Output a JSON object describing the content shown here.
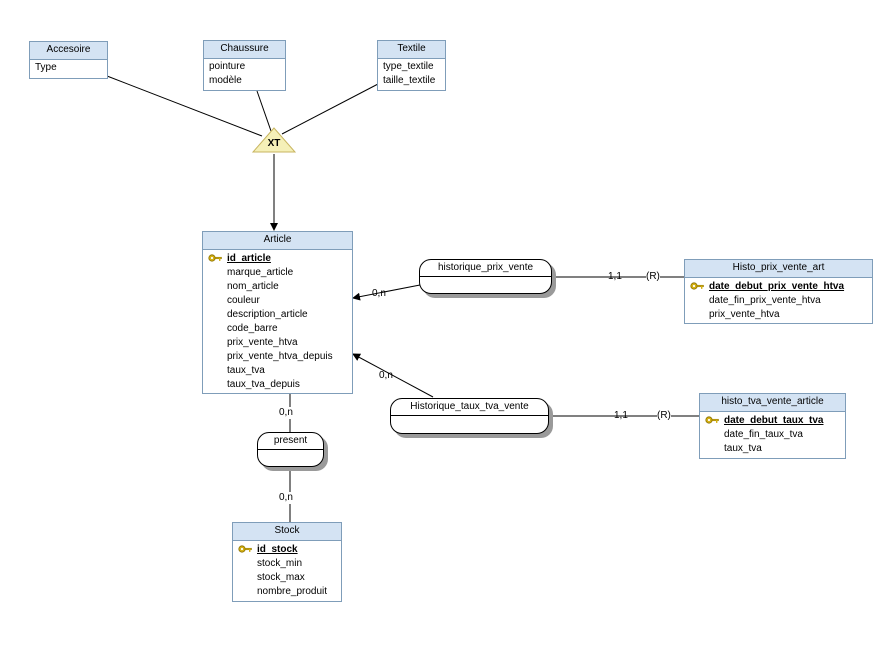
{
  "entities": {
    "accesoire": {
      "name": "Accesoire",
      "attributes": [
        "Type"
      ]
    },
    "chaussure": {
      "name": "Chaussure",
      "attributes": [
        "pointure",
        "modèle"
      ]
    },
    "textile": {
      "name": "Textile",
      "attributes": [
        "type_textile",
        "taille_textile"
      ]
    },
    "article": {
      "name": "Article",
      "key": "id_article",
      "attributes": [
        "marque_article",
        "nom_article",
        "couleur",
        "description_article",
        "code_barre",
        "prix_vente_htva",
        "prix_vente_htva_depuis",
        "taux_tva",
        "taux_tva_depuis"
      ]
    },
    "histo_prix": {
      "name": "Histo_prix_vente_art",
      "key": "date_debut_prix_vente_htva",
      "attributes": [
        "date_fin_prix_vente_htva",
        "prix_vente_htva"
      ]
    },
    "histo_tva": {
      "name": "histo_tva_vente_article",
      "key": "date_debut_taux_tva",
      "attributes": [
        "date_fin_taux_tva",
        "taux_tva"
      ]
    },
    "stock": {
      "name": "Stock",
      "key": "id_stock",
      "attributes": [
        "stock_min",
        "stock_max",
        "nombre_produit"
      ]
    }
  },
  "relations": {
    "historique_prix": "historique_prix_vente",
    "historique_tva": "Historique_taux_tva_vente",
    "present": "present"
  },
  "inheritance": {
    "label": "XT"
  },
  "cardinalities": {
    "prix_article": "0,n",
    "prix_histo": "1,1",
    "prix_histo_r": "(R)",
    "tva_article": "0,n",
    "tva_histo": "1,1",
    "tva_histo_r": "(R)",
    "present_article": "0,n",
    "present_stock": "0,n"
  },
  "colors": {
    "entity_header": "#d4e3f3",
    "entity_border": "#7f9db9",
    "triangle_fill": "#f5f0b8",
    "key_icon": "#d4b012"
  }
}
